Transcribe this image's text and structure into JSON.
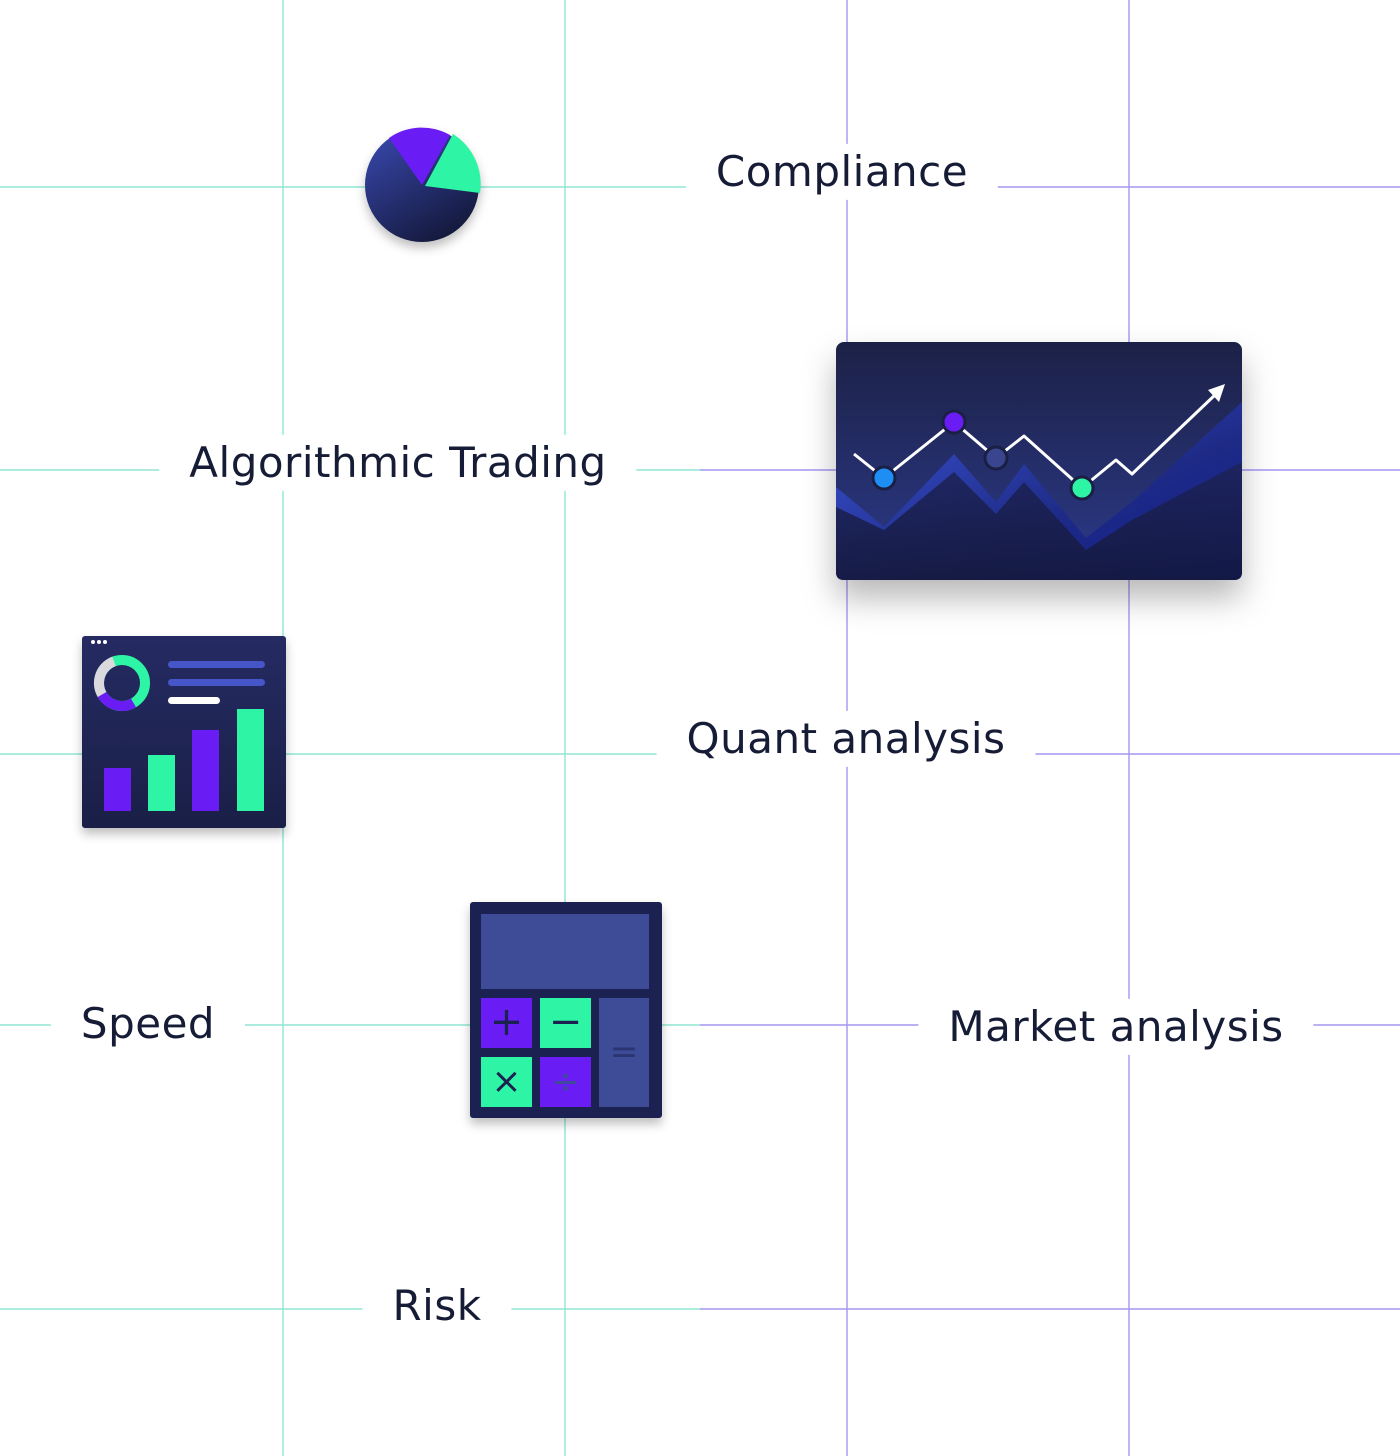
{
  "labels": {
    "compliance": "Compliance",
    "algorithmic_trading": "Algorithmic Trading",
    "quant_analysis": "Quant analysis",
    "speed": "Speed",
    "market_analysis": "Market analysis",
    "risk": "Risk"
  },
  "calculator": {
    "plus": "+",
    "minus": "−",
    "times": "×",
    "divide": "÷",
    "equals": "="
  },
  "colors": {
    "navy": "#1b2150",
    "purple": "#6a1cf5",
    "mint": "#2df5a5",
    "grid_teal": "#7be3cf",
    "grid_purple": "#9c88f2",
    "text": "#161c36"
  }
}
